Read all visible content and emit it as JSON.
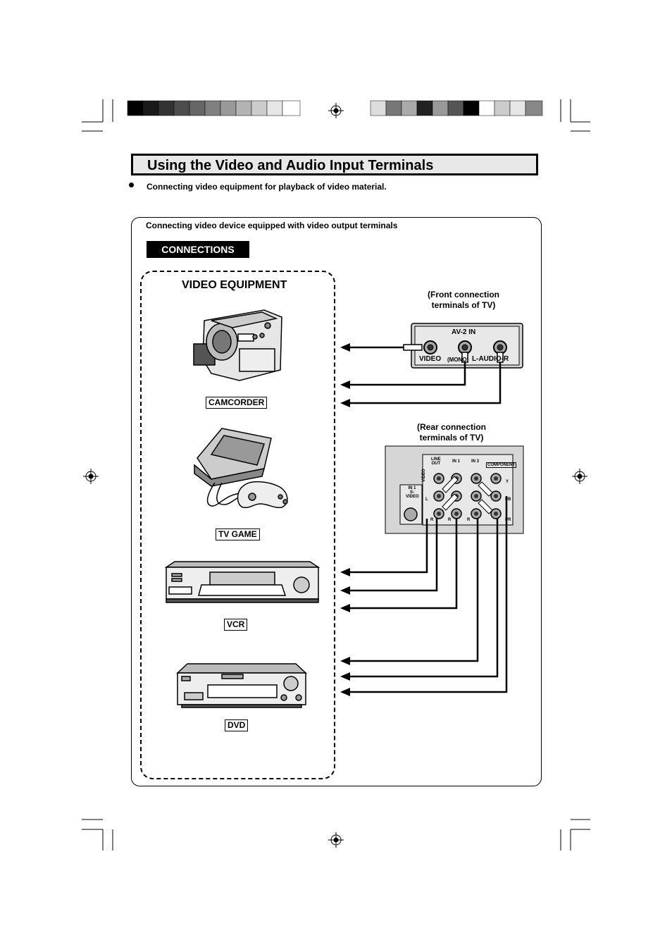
{
  "header": {
    "title": "Using the Video and Audio Input Terminals",
    "intro": "Connecting video equipment for playback of video material."
  },
  "panel": {
    "heading": "Connecting video device equipped with video output terminals",
    "badge": "CONNECTIONS",
    "equipment_title": "VIDEO EQUIPMENT",
    "devices": [
      "CAMCORDER",
      "TV GAME",
      "VCR",
      "DVD"
    ]
  },
  "front_terminals": {
    "caption_line1": "(Front connection",
    "caption_line2": "terminals of TV)",
    "panel_name": "AV-2 IN",
    "label_video": "VIDEO",
    "label_mono": "(MONO)",
    "label_audio": "L-AUDIO-R"
  },
  "rear_terminals": {
    "caption_line1": "(Rear connection",
    "caption_line2": "terminals of TV)",
    "in1_svideo_line1": "IN 1",
    "in1_svideo_line2": "S-VIDEO",
    "line_out_line1": "LINE",
    "line_out_line2": "OUT",
    "in1": "IN 1",
    "in3": "IN 3",
    "component": "COMPONENT",
    "video_vertical": "VIDEO",
    "y": "Y",
    "pb": "PB",
    "pr": "PR",
    "l1": "L",
    "r1": "R",
    "r2": "R",
    "r3": "R"
  }
}
